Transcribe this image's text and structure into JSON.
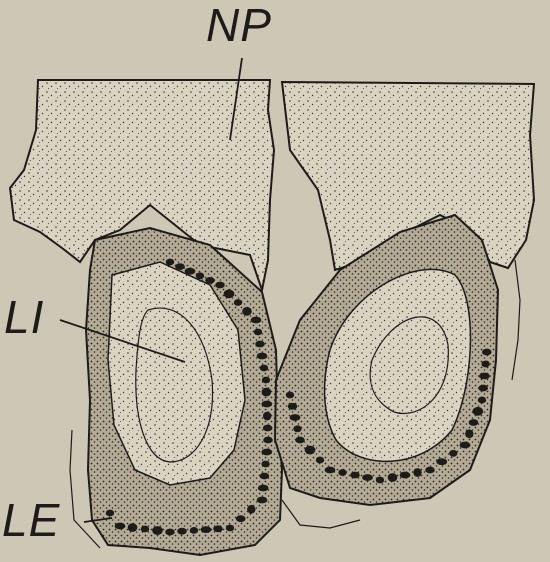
{
  "labels": {
    "np": "NP",
    "li": "LI",
    "le": "LE"
  },
  "colors": {
    "paper": "#cdc7b5",
    "ink": "#1d1c19",
    "tissue": "#d9d3c2",
    "dense": "#b9b19c"
  }
}
